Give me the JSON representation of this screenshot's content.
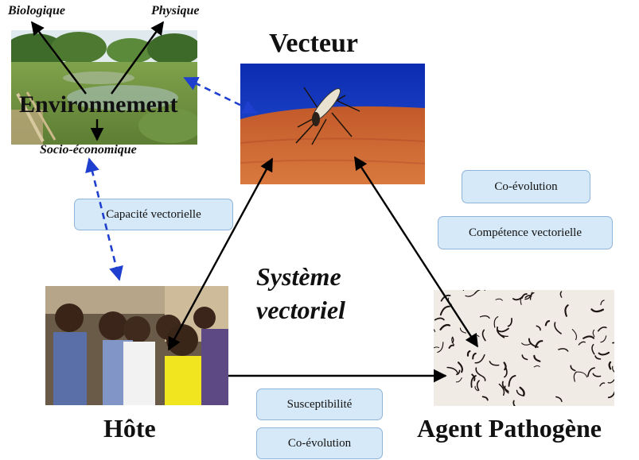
{
  "environment": {
    "title": "Environnement",
    "labels": {
      "biologique": "Biologique",
      "physique": "Physique",
      "socio": "Socio-économique"
    }
  },
  "vector": {
    "title": "Vecteur"
  },
  "host": {
    "title": "Hôte"
  },
  "pathogen": {
    "title": "Agent Pathogène"
  },
  "center": {
    "line1": "Système",
    "line2": "vectoriel"
  },
  "boxes": {
    "capacite": "Capacité vectorielle",
    "coevolution_top": "Co-évolution",
    "competence": "Compétence vectorielle",
    "susceptibilite": "Susceptibilité",
    "coevolution_bottom": "Co-évolution"
  },
  "colors": {
    "dashed_arrow": "#1f3fcf",
    "solid_arrow": "#000000",
    "box_fill": "#d6e9f8",
    "box_border": "#8fb4d9"
  }
}
